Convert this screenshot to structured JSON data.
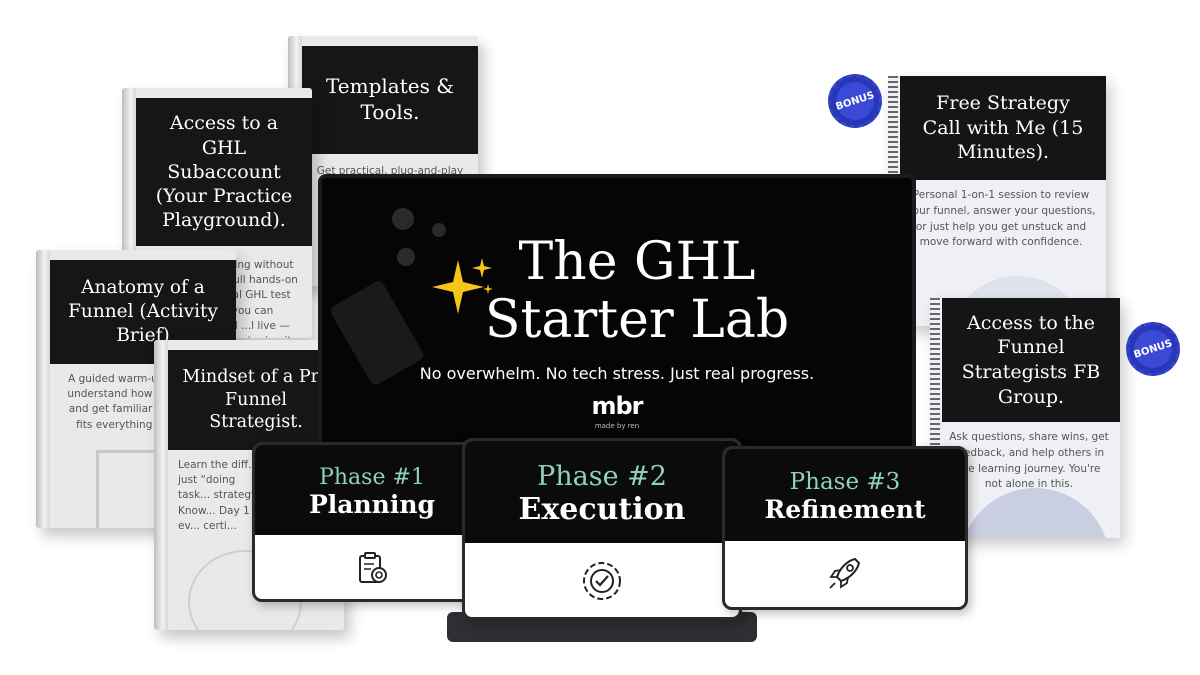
{
  "books": {
    "templates": {
      "title": "Templates & Tools.",
      "desc": "Get practical, plug-and-play resources like: my personal funnel map, a starter offer stack"
    },
    "ghl": {
      "title": "Access to a GHL Subaccount (Your Practice Playground).",
      "desc": "...ching without ...t full hands-on ...real GHL test ...o you can build ...l live — not just ...ine it."
    },
    "anatomy": {
      "title": "Anatomy of a Funnel (Activity Brief)",
      "desc": "A guided warm-up ... understand how a f... and get familiar wi... fits everything t..."
    },
    "mindset": {
      "title": "Mindset of a Pro Funnel Strategist.",
      "desc": "Learn the diff... just “doing task... strategy. Know... Day 1 — ev... certi..."
    }
  },
  "notebooks": {
    "call": {
      "title": "Free Strategy Call with Me (15 Minutes).",
      "desc": "Personal 1-on-1 session to review your funnel, answer your questions, or just help you get unstuck and move forward with confidence.",
      "badge": "BONUS"
    },
    "group": {
      "title": "Access to the Funnel Strategists FB Group.",
      "desc": "Ask questions, share wins, get feedback, and help others in the learning journey. You're not alone in this.",
      "badge": "BONUS"
    }
  },
  "monitor": {
    "title_line1": "The GHL",
    "title_line2": "Starter Lab",
    "tagline": "No overwhelm. No tech stress. Just real progress.",
    "logo": "mbr",
    "logo_sub": "made by ren"
  },
  "phases": [
    {
      "phase": "Phase #1",
      "name": "Planning",
      "icon": "clipboard-target-icon"
    },
    {
      "phase": "Phase #2",
      "name": "Execution",
      "icon": "gear-check-icon"
    },
    {
      "phase": "Phase #3",
      "name": "Refinement",
      "icon": "rocket-icon"
    }
  ],
  "colors": {
    "accent": "#8fd3b6",
    "dark": "#0b0b0b",
    "badge": "#3544c8",
    "sparkle": "#f5c518"
  }
}
